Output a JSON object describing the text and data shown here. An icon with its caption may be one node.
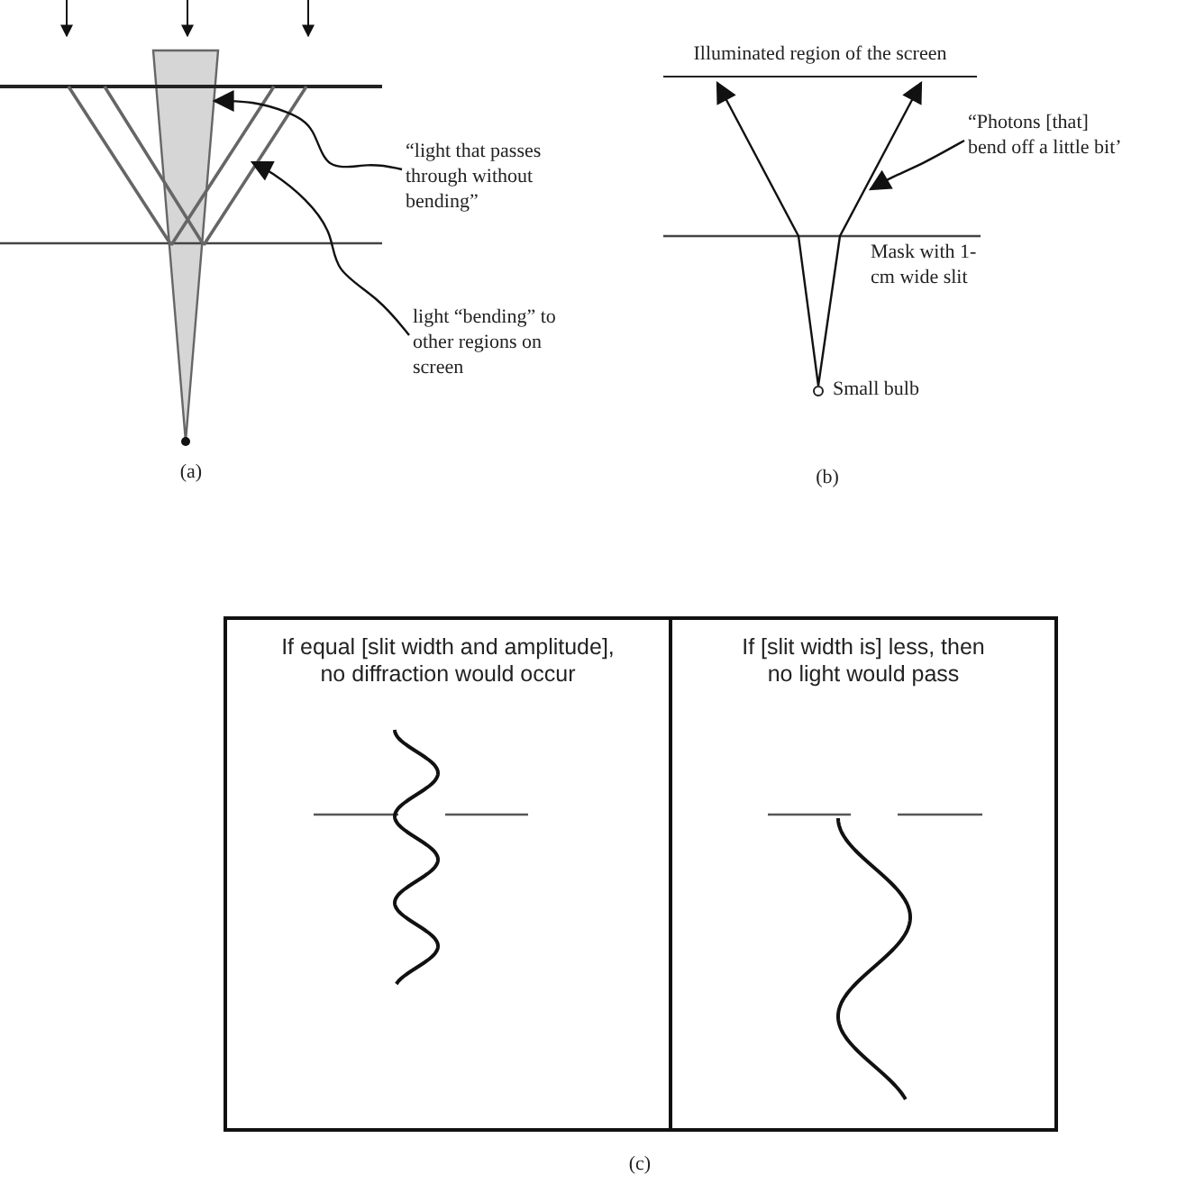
{
  "diagram": {
    "nodes": [
      {
        "text": [
          "“light that passes through without bending”"
        ]
      },
      {
        "text": [],
        "shape": "triangle"
      },
      {
        "text": [
          "light “bending” to other regions on screen"
        ]
      },
      {
        "text": [
          "“Photons [that] bend off a little bit’"
        ]
      },
      {
        "text": [],
        "shape": "circle",
        "beside": [
          "Small bulb"
        ]
      },
      {
        "text": [
          "If equal [slit width and amplitude], no diffraction would occur"
        ]
      },
      {
        "text": [
          "If [slit width is] less, then no light would pass"
        ]
      },
      {
        "text": [],
        "shape": "line"
      },
      {
        "text": [
          "Illuminated region of the screen"
        ]
      }
    ],
    "edges": [
      {
        "from": 0,
        "to": 1,
        "arrow": "to"
      },
      {
        "from": 2,
        "to": 7,
        "arrow": "to"
      },
      {
        "from": 3,
        "to": null,
        "arrow": "to"
      },
      {
        "from": 4,
        "to": 8,
        "arrow": "to"
      },
      {
        "from": 4,
        "to": 8,
        "arrow": "to"
      }
    ],
    "labels": [
      "Mask with 1-cm wide slit",
      "(a)",
      "(b)",
      "(c)"
    ]
  }
}
